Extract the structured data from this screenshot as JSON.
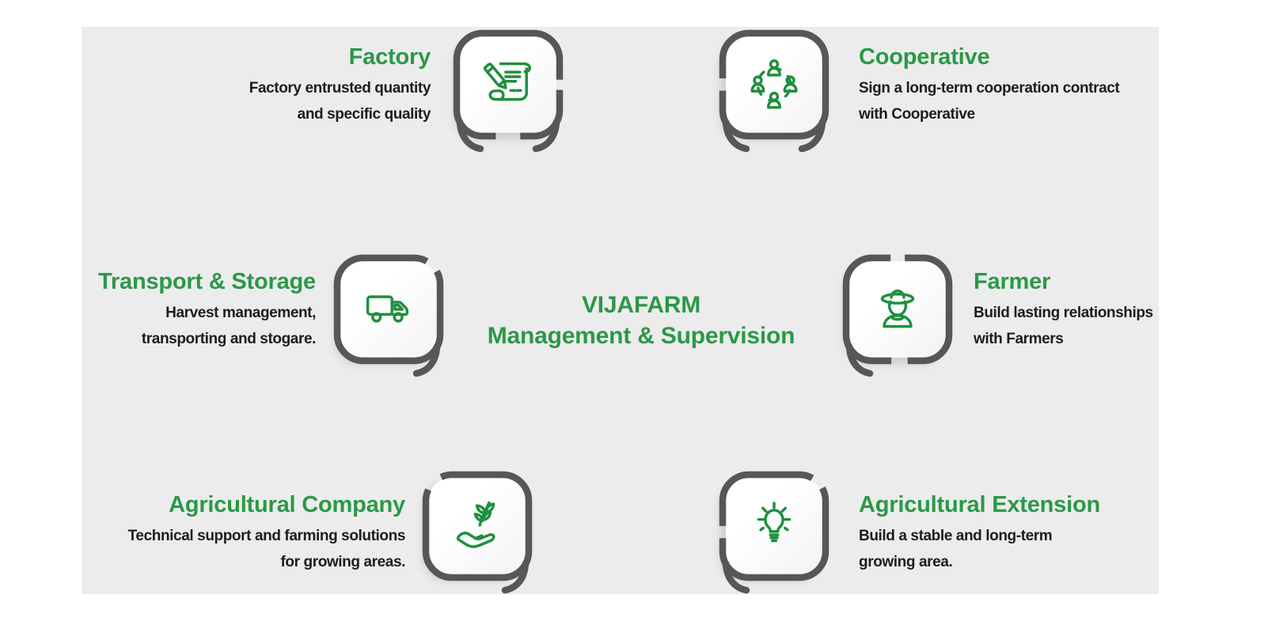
{
  "colors": {
    "panel_bg": "#ececec",
    "title_green": "#2b9848",
    "icon_green": "#1f8f3f",
    "ring_gray": "#57575a",
    "body_text": "#1d1d1b"
  },
  "center": {
    "line1": "VIJAFARM",
    "line2": "Management & Supervision"
  },
  "nodes": [
    {
      "id": "factory",
      "title": "Factory",
      "desc_lines": [
        "Factory entrusted quantity",
        "and specific quality"
      ],
      "icon": "contract-icon"
    },
    {
      "id": "cooperative",
      "title": "Cooperative",
      "desc_lines": [
        "Sign a long-term cooperation contract",
        "with Cooperative"
      ],
      "icon": "group-icon"
    },
    {
      "id": "transport-storage",
      "title": "Transport & Storage",
      "desc_lines": [
        "Harvest management,",
        "transporting and stogare."
      ],
      "icon": "truck-icon"
    },
    {
      "id": "farmer",
      "title": "Farmer",
      "desc_lines": [
        "Build lasting relationships",
        "with Farmers"
      ],
      "icon": "farmer-icon"
    },
    {
      "id": "agricultural-company",
      "title": "Agricultural Company",
      "desc_lines": [
        "Technical support and farming solutions",
        "for growing areas."
      ],
      "icon": "wheat-hand-icon"
    },
    {
      "id": "agricultural-extension",
      "title": "Agricultural Extension",
      "desc_lines": [
        "Build a stable and long-term",
        "growing area."
      ],
      "icon": "lightbulb-icon"
    }
  ]
}
